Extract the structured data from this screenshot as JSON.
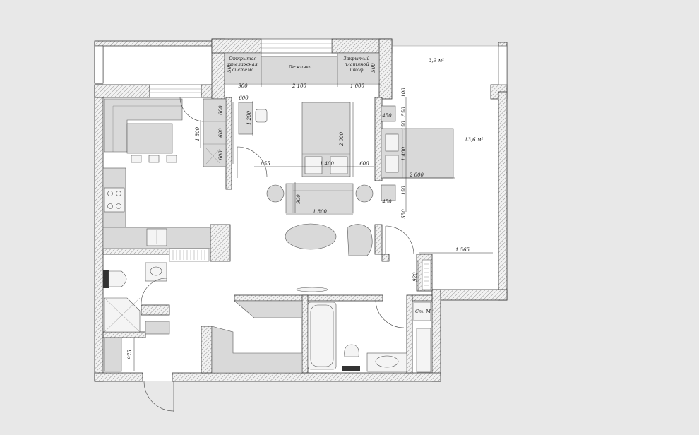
{
  "plan": {
    "rooms": [
      {
        "id": "loggia",
        "area": "3,9 м²"
      },
      {
        "id": "bedroom",
        "area": "13,6 м²"
      }
    ],
    "labels": {
      "open_storage": [
        "Открытая",
        "стелажная",
        "система"
      ],
      "lounger": "Лежанка",
      "closed_cabinet": [
        "Закрытый",
        "платяной",
        "шкаф"
      ],
      "storage_unit": "Ст. М"
    },
    "dimensions": {
      "top_900": "900",
      "top_2100": "2 100",
      "top_1000": "1 000",
      "left_500": "500",
      "right_500": "500",
      "shelf_600a": "600",
      "shelf_600b": "600",
      "shelf_600c": "600",
      "shelf_600top": "600",
      "shelf_1800": "1 800",
      "desk_1200": "1 200",
      "bed_2000": "2 000",
      "bed_855": "855",
      "bed_1400": "1 400",
      "bed_600": "600",
      "sofa_900": "900",
      "sofa_1800": "1 800",
      "br_100": "100",
      "br_450a": "450",
      "br_550a": "550",
      "br_150a": "150",
      "br_1400": "1 400",
      "br_2000": "2 000",
      "br_150b": "150",
      "br_450b": "450",
      "br_550b": "550",
      "br_1565": "1 565",
      "hall_920": "920",
      "entry_975": "975"
    }
  }
}
